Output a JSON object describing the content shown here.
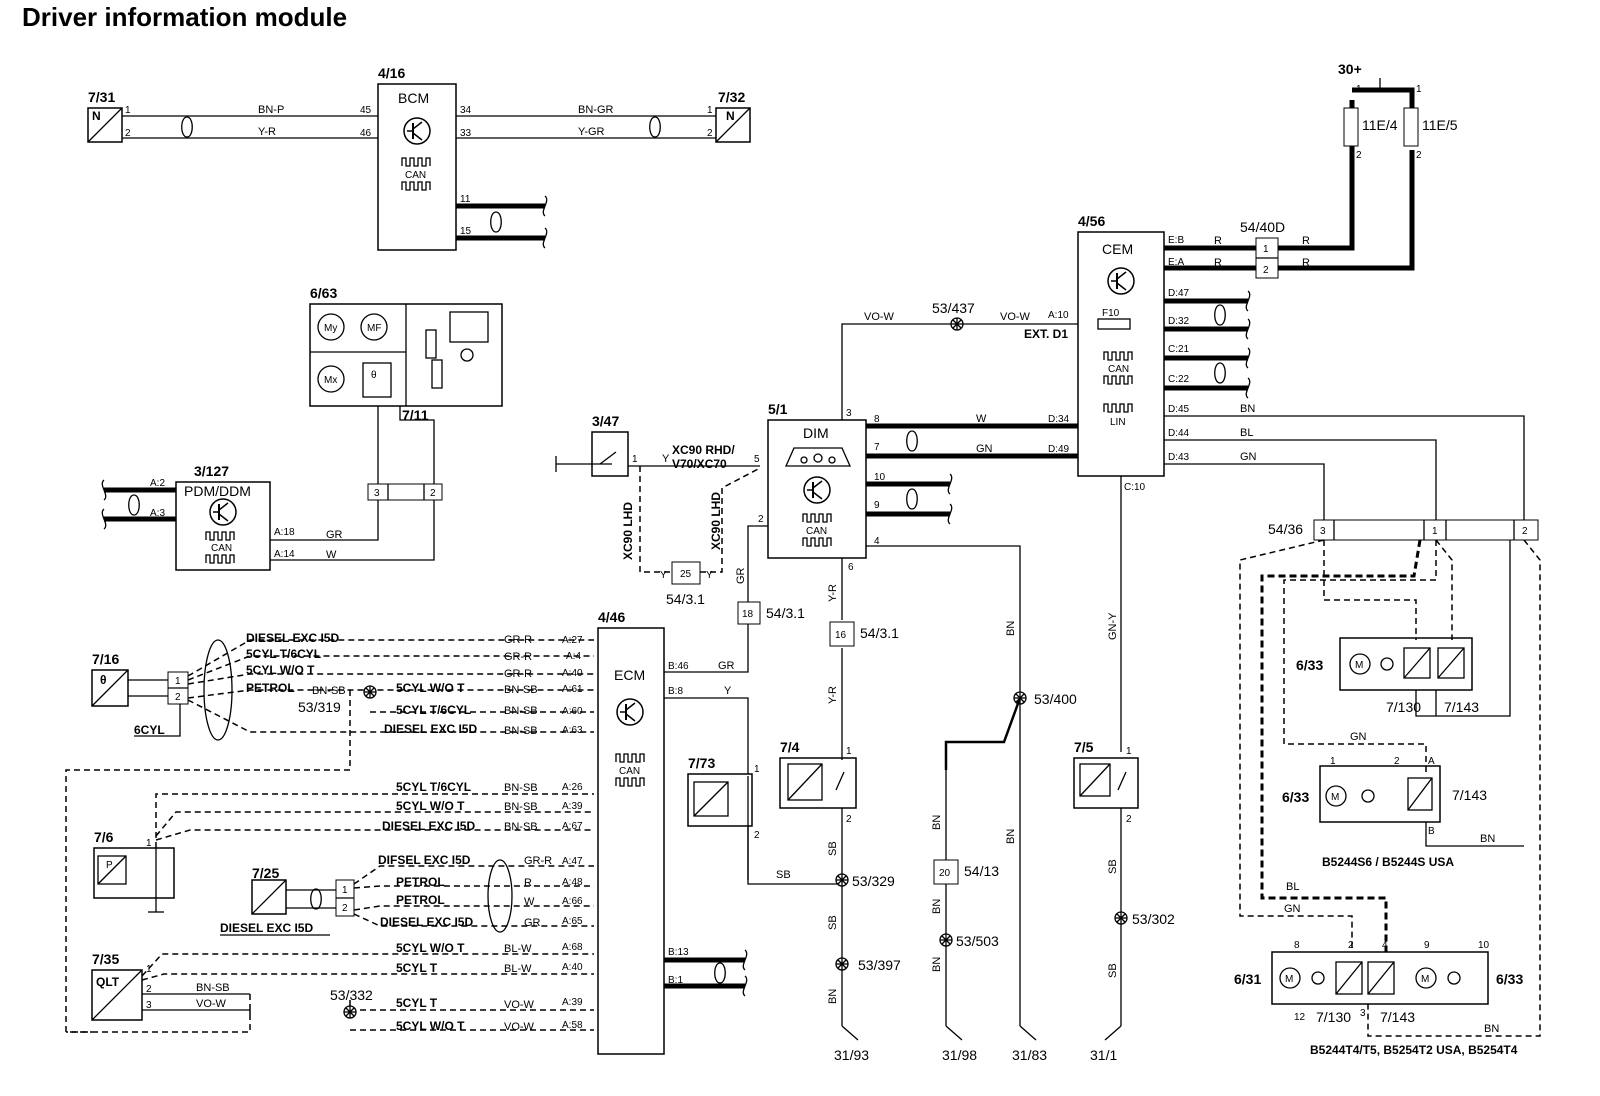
{
  "title": "Driver information module",
  "components": {
    "bcm": {
      "ref": "4/16",
      "name": "BCM",
      "can": "CAN"
    },
    "cem": {
      "ref": "4/56",
      "name": "CEM",
      "can": "CAN",
      "lin": "LIN",
      "fuse": "F10",
      "ext": "EXT. D1"
    },
    "dim": {
      "ref": "5/1",
      "name": "DIM",
      "can": "CAN"
    },
    "ecm": {
      "ref": "4/46",
      "name": "ECM",
      "can": "CAN"
    },
    "pdm": {
      "ref": "3/127",
      "name": "PDM/DDM",
      "can": "CAN"
    },
    "climate": {
      "ref": "6/63",
      "sub": "7/11"
    },
    "s731": {
      "ref": "7/31"
    },
    "s732": {
      "ref": "7/32"
    },
    "s347": {
      "ref": "3/47"
    },
    "s716": {
      "ref": "7/16"
    },
    "s76": {
      "ref": "7/6"
    },
    "s725": {
      "ref": "7/25"
    },
    "s735": {
      "ref": "7/35",
      "name": "QLT"
    },
    "s773": {
      "ref": "7/73"
    },
    "s74": {
      "ref": "7/4"
    },
    "s75": {
      "ref": "7/5"
    },
    "supply": "30+",
    "fuse1": "11E/4",
    "fuse2": "11E/5"
  },
  "connectors": {
    "c5440d": "54/40D",
    "c5436": "54/36",
    "c5431a": "54/3.1",
    "c5431b": "54/3.1",
    "c5431c": "54/3.1",
    "c5413": "54/13",
    "n25": "25",
    "n18": "18",
    "n16": "16",
    "n20": "20",
    "n1": "1",
    "n2": "2",
    "n3": "3"
  },
  "splices": {
    "s437": "53/437",
    "s400": "53/400",
    "s319": "53/319",
    "s329": "53/329",
    "s397": "53/397",
    "s503": "53/503",
    "s302": "53/302",
    "s332": "53/332"
  },
  "grounds": [
    "31/93",
    "31/98",
    "31/83",
    "31/1"
  ],
  "wires": {
    "bnp": "BN-P",
    "yr": "Y-R",
    "bngr": "BN-GR",
    "ygr": "Y-GR",
    "vow": "VO-W",
    "r": "R",
    "w": "W",
    "gn": "GN",
    "bn": "BN",
    "bl": "BL",
    "gr": "GR",
    "y": "Y",
    "sb": "SB",
    "gny": "GN-Y",
    "grr": "GR-R",
    "bnsb": "BN-SB",
    "blw": "BL-W"
  },
  "pins": {
    "cem": [
      "E:B",
      "E:A",
      "A:10",
      "D:47",
      "D:32",
      "C:21",
      "C:22",
      "D:45",
      "D:44",
      "D:43",
      "D:34",
      "D:49",
      "C:10"
    ],
    "ecm": [
      "A:27",
      "A:4",
      "A:40",
      "A:61",
      "A:60",
      "A:63",
      "A:26",
      "A:39",
      "A:67",
      "A:47",
      "A:48",
      "A:66",
      "A:65",
      "A:68",
      "A:40",
      "A:39",
      "A:58",
      "B:46",
      "B:8",
      "B:13",
      "B:1"
    ],
    "pdm": [
      "A:2",
      "A:3",
      "A:18",
      "A:14"
    ]
  },
  "variants": {
    "xc90rhd": "XC90 RHD/",
    "v70xc70": "V70/XC70",
    "xc90lhd": "XC90 LHD",
    "diesel": "DIESEL EXC I5D",
    "diesel_b": "DIESEL  EXC I5D",
    "diesel_typo": "DIFSEL EXC I5D",
    "c5t6": "5CYL T/6CYL",
    "c5wot": "5CYL W/O T",
    "c5t": "5CYL T",
    "petrol": "PETROL",
    "c6": "6CYL"
  },
  "engines": {
    "e633a": "6/33",
    "e633b": "6/33",
    "e633c": "6/33",
    "e631": "6/31",
    "e7130a": "7/130",
    "e7143a": "7/143",
    "e7143b": "7/143",
    "e7130b": "7/130",
    "e7143c": "7/143",
    "label1": "B5244S6 / B5244S USA",
    "label2": "B5244T4/T5, B5254T2 USA, B5254T4"
  }
}
